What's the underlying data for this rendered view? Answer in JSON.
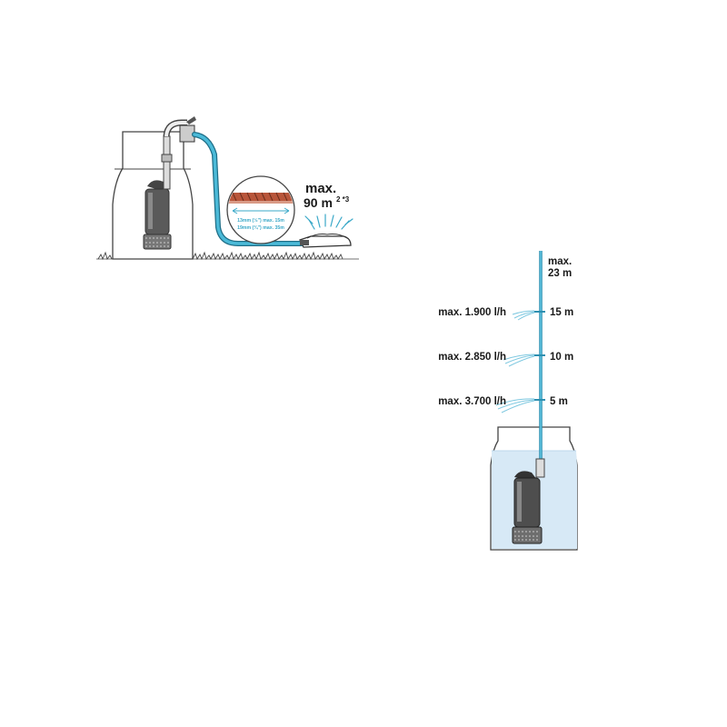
{
  "area": {
    "line1": "max.",
    "line2": "90 m",
    "sup": "2 *3"
  },
  "hose_note": {
    "line1": "13mm (½\") max. 15m",
    "line2": "19mm (¾\") max. 35m"
  },
  "height": {
    "top_line1": "max.",
    "top_line2": "23 m",
    "levels": [
      {
        "flow": "max. 1.900 l/h",
        "height": "15 m"
      },
      {
        "flow": "max. 2.850 l/h",
        "height": "10 m"
      },
      {
        "flow": "max. 3.700 l/h",
        "height": "5 m"
      }
    ]
  },
  "colors": {
    "water": "#3aa8c8",
    "hose_dark": "#1f6e87",
    "soil": "#b8553a",
    "outline": "#333333",
    "tank_fill": "#e6f1fa"
  }
}
